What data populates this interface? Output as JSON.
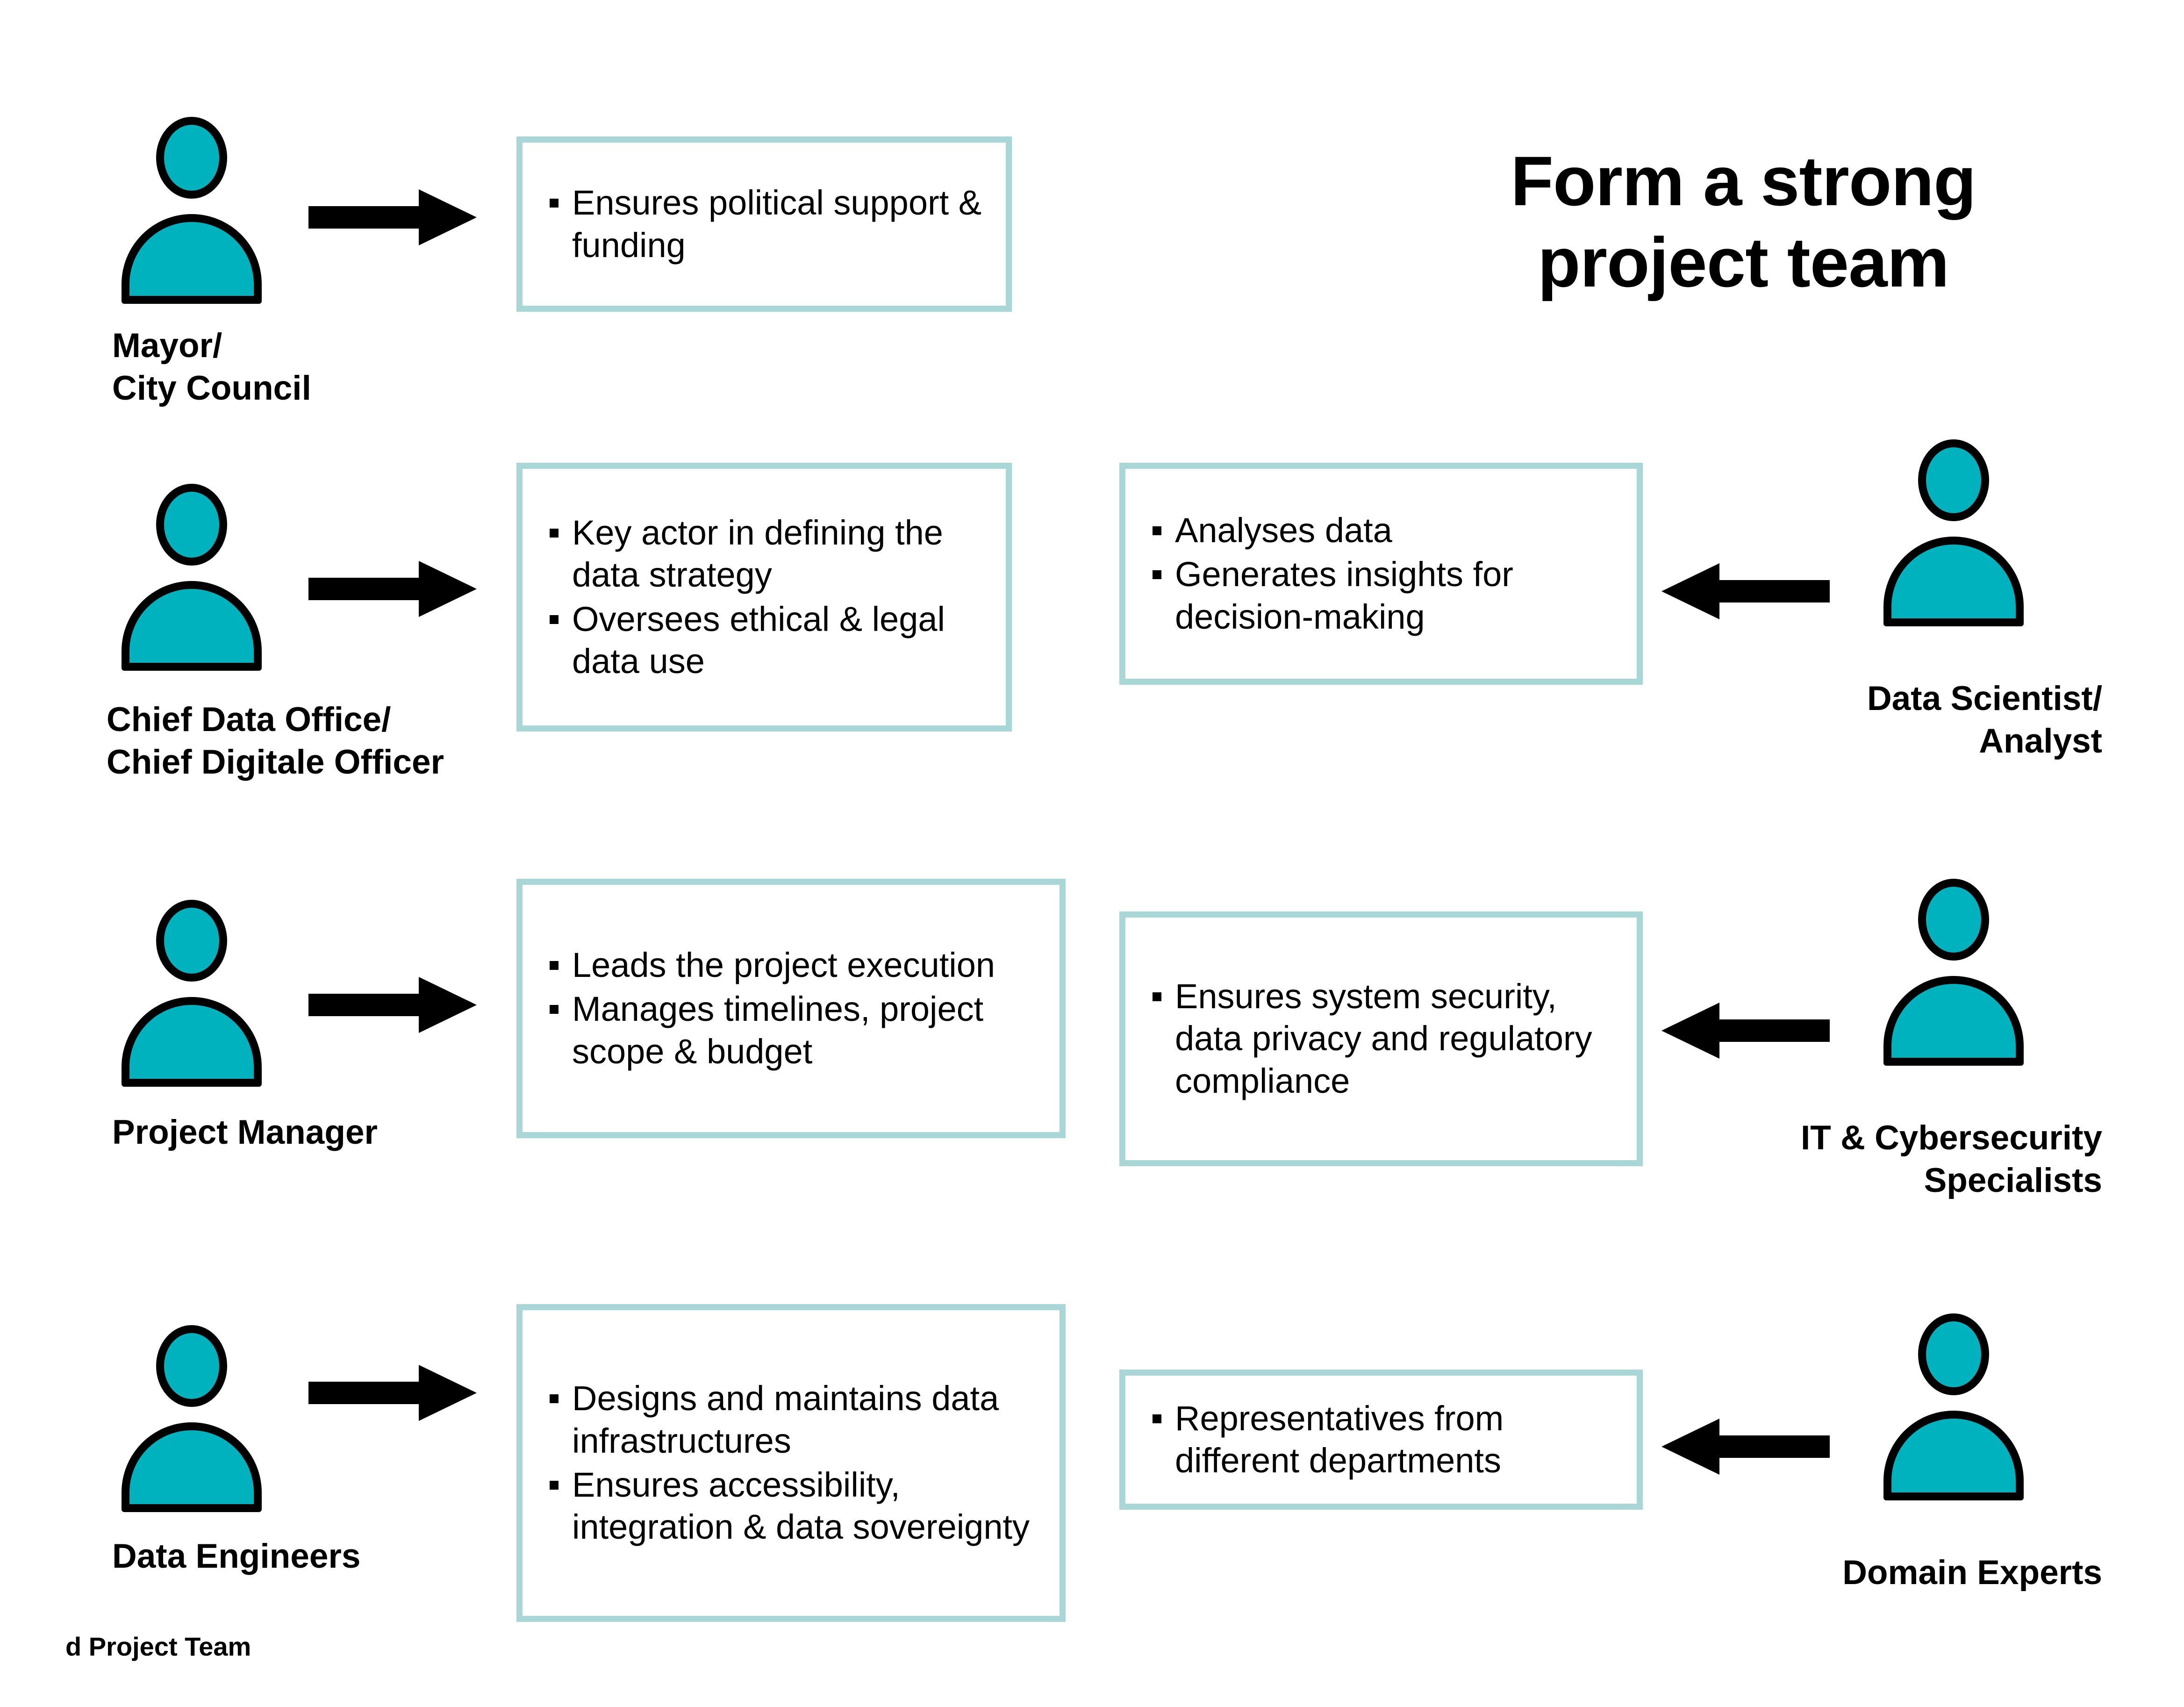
{
  "title": "Form a strong\nproject team",
  "footer": "d Project Team",
  "colors": {
    "icon_fill": "#00B2BD",
    "icon_outline": "#000000",
    "box_border": "#A9D7D7",
    "arrow": "#000000",
    "background": "#FFFFFF"
  },
  "rows": [
    {
      "role": "Mayor/\nCity Council",
      "direction": "right",
      "bullets": [
        "Ensures political support & funding"
      ]
    },
    {
      "role": "Chief Data Office/\nChief Digitale Officer",
      "direction": "right",
      "bullets": [
        "Key actor in defining the data strategy",
        "Oversees ethical & legal data use"
      ]
    },
    {
      "role": "Project Manager",
      "direction": "right",
      "bullets": [
        "Leads the project execution",
        "Manages timelines, project scope & budget"
      ]
    },
    {
      "role": "Data Engineers",
      "direction": "right",
      "bullets": [
        "Designs and maintains data infrastructures",
        "Ensures accessibility, integration & data sovereignty"
      ]
    },
    {
      "role": "Data Scientist/\nAnalyst",
      "direction": "left",
      "bullets": [
        "Analyses data",
        "Generates insights for decision-making"
      ]
    },
    {
      "role": "IT & Cybersecurity\nSpecialists",
      "direction": "left",
      "bullets": [
        "Ensures system security, data privacy and regulatory compliance"
      ]
    },
    {
      "role": "Domain Experts",
      "direction": "left",
      "bullets": [
        "Representatives from different departments"
      ]
    }
  ]
}
